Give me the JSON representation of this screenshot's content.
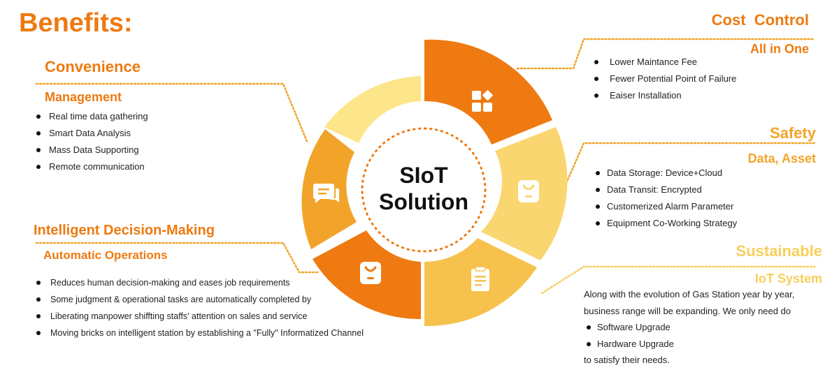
{
  "title": "Benefits:",
  "center": {
    "line1": "SIoT",
    "line2": "Solution"
  },
  "sections": {
    "convenience": {
      "heading": "Convenience",
      "subheading": "Management",
      "items": [
        "Real time data gathering",
        "Smart Data Analysis",
        "Mass Data Supporting",
        "Remote communication"
      ]
    },
    "decision": {
      "heading": "Intelligent Decision-Making",
      "subheading": "Automatic Operations",
      "items": [
        "Reduces human decision-making and eases job requirements",
        "Some judgment & operational tasks are automatically completed by",
        "Liberating manpower shiffting staffs' attention on sales and service",
        "Moving bricks on intelligent station by establishing a \"Fully\" Informatized Channel"
      ]
    },
    "cost": {
      "heading": "Cost  Control",
      "subheading": "All in One",
      "items": [
        "Lower Maintance Fee",
        "Fewer Potential Point of Failure",
        "Eaiser Installation"
      ]
    },
    "safety": {
      "heading": "Safety",
      "subheading": "Data, Asset",
      "items": [
        "Data Storage: Device+Cloud",
        "Data Transit: Encrypted",
        "Customerized Alarm Parameter",
        "Equipment Co-Working Strategy"
      ]
    },
    "sustainable": {
      "heading": "Sustainable",
      "subheading": "IoT System",
      "line1": "Along with the evolution of Gas Station year by year,",
      "line2": "business range will be expanding. We only need do",
      "items": [
        "Software Upgrade",
        "Hardware Upgrade"
      ],
      "line3": "to satisfy their needs."
    }
  },
  "icons": {
    "segment_top_right": "apps-grid-icon",
    "segment_right": "device-badge-icon",
    "segment_bottom_right": "clipboard-icon",
    "segment_bottom": "device-badge-icon",
    "segment_left": "chat-messages-icon"
  },
  "colors": {
    "orange": "#ee7a11",
    "amber": "#f2a42a",
    "yellow": "#f7cf5b",
    "pale_yellow": "#fde58a",
    "light_yellow": "#fad670",
    "gold": "#f6c24d"
  }
}
